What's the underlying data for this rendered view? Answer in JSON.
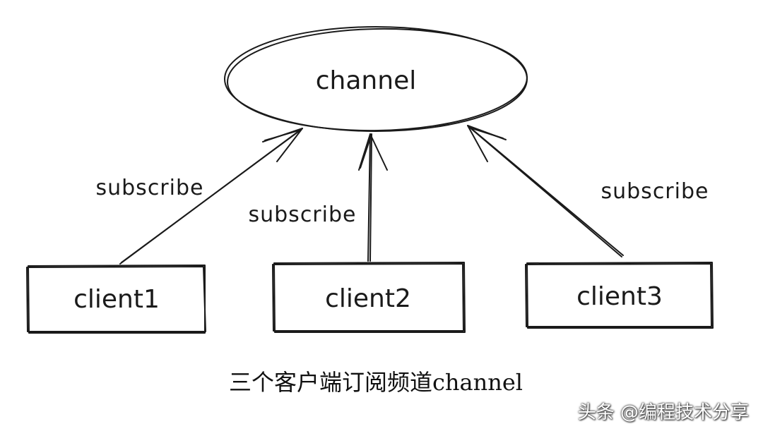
{
  "channel": {
    "label": "channel"
  },
  "clients": [
    {
      "label": "client1"
    },
    {
      "label": "client2"
    },
    {
      "label": "client3"
    }
  ],
  "edges": [
    {
      "label": "subscribe"
    },
    {
      "label": "subscribe"
    },
    {
      "label": "subscribe"
    }
  ],
  "caption": "三个客户端订阅频道channel",
  "watermark": "头条 @编程技术分享"
}
